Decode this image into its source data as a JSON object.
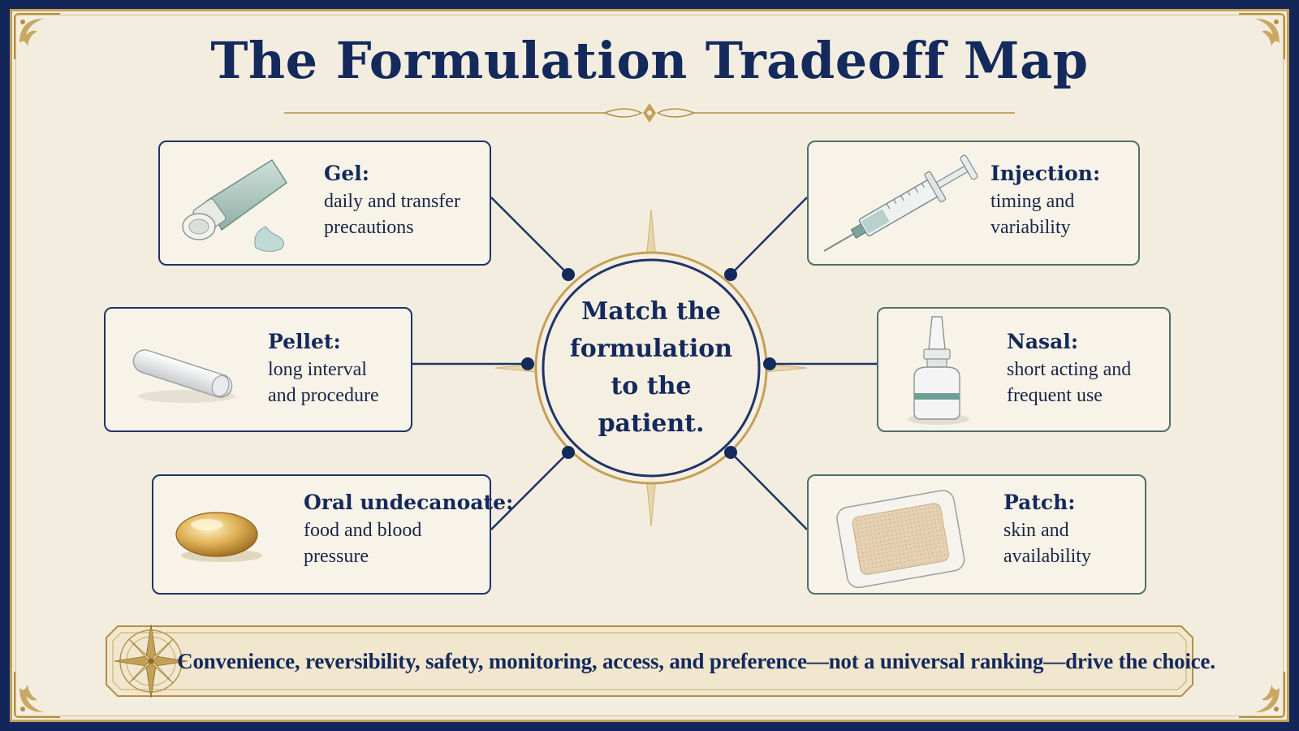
{
  "title": "The Formulation Tradeoff Map",
  "center": {
    "text": "Match the formulation to the patient."
  },
  "cards": [
    {
      "key": "gel",
      "label": "Gel:",
      "desc": "daily and transfer precautions",
      "icon": "gel-tube-icon"
    },
    {
      "key": "pellet",
      "label": "Pellet:",
      "desc": "long interval and procedure",
      "icon": "pellet-icon"
    },
    {
      "key": "oral",
      "label": "Oral undecanoate:",
      "desc": "food and blood pressure",
      "icon": "capsule-icon"
    },
    {
      "key": "injection",
      "label": "Injection:",
      "desc": "timing and variability",
      "icon": "syringe-icon"
    },
    {
      "key": "nasal",
      "label": "Nasal:",
      "desc": "short acting and frequent use",
      "icon": "nasal-spray-icon"
    },
    {
      "key": "patch",
      "label": "Patch:",
      "desc": "skin and availability",
      "icon": "patch-icon"
    }
  ],
  "footer": {
    "text": "Convenience, reversibility, safety, monitoring, access, and preference—not a universal ranking—drive the choice.",
    "icon": "compass-rose-icon"
  },
  "colors": {
    "navy": "#14295c",
    "gold": "#c4a056",
    "parchment": "#f3ede0",
    "teal": "#50706a"
  }
}
